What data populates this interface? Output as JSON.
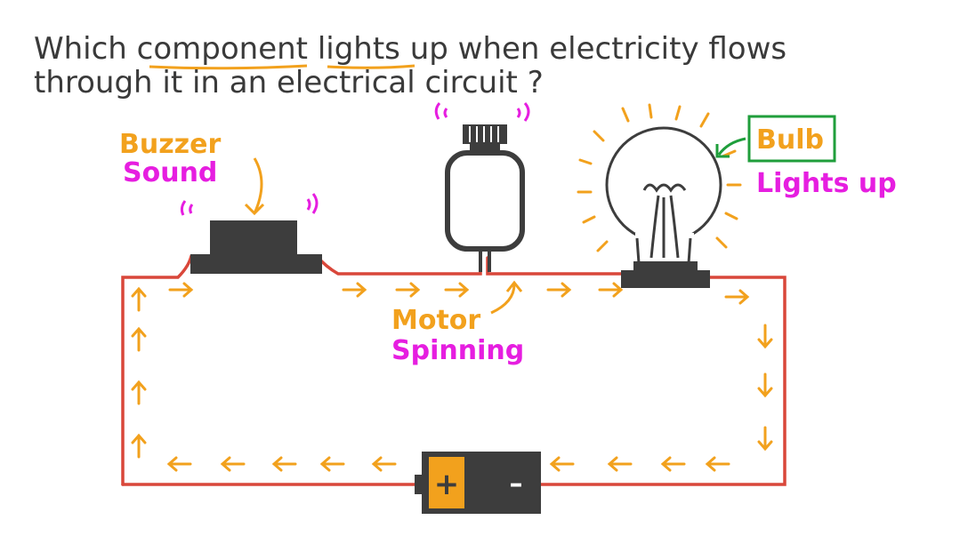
{
  "question": {
    "line1": "Which component lights up when electricity flows",
    "line2": "through it in an electrical circuit ?"
  },
  "components": {
    "buzzer": {
      "name": "Buzzer",
      "effect": "Sound"
    },
    "motor": {
      "name": "Motor",
      "effect": "Spinning"
    },
    "bulb": {
      "name": "Bulb",
      "effect": "Lights up"
    },
    "battery": {
      "positive": "+",
      "negative": "–"
    }
  },
  "colors": {
    "wire": "#d9473a",
    "arrows": "#f2a11d",
    "name_labels": "#f2a11d",
    "effect_labels": "#e61ee0",
    "answer_box": "#1f9e3b",
    "component_body": "#3d3d3d",
    "battery_positive": "#f2a11d"
  }
}
